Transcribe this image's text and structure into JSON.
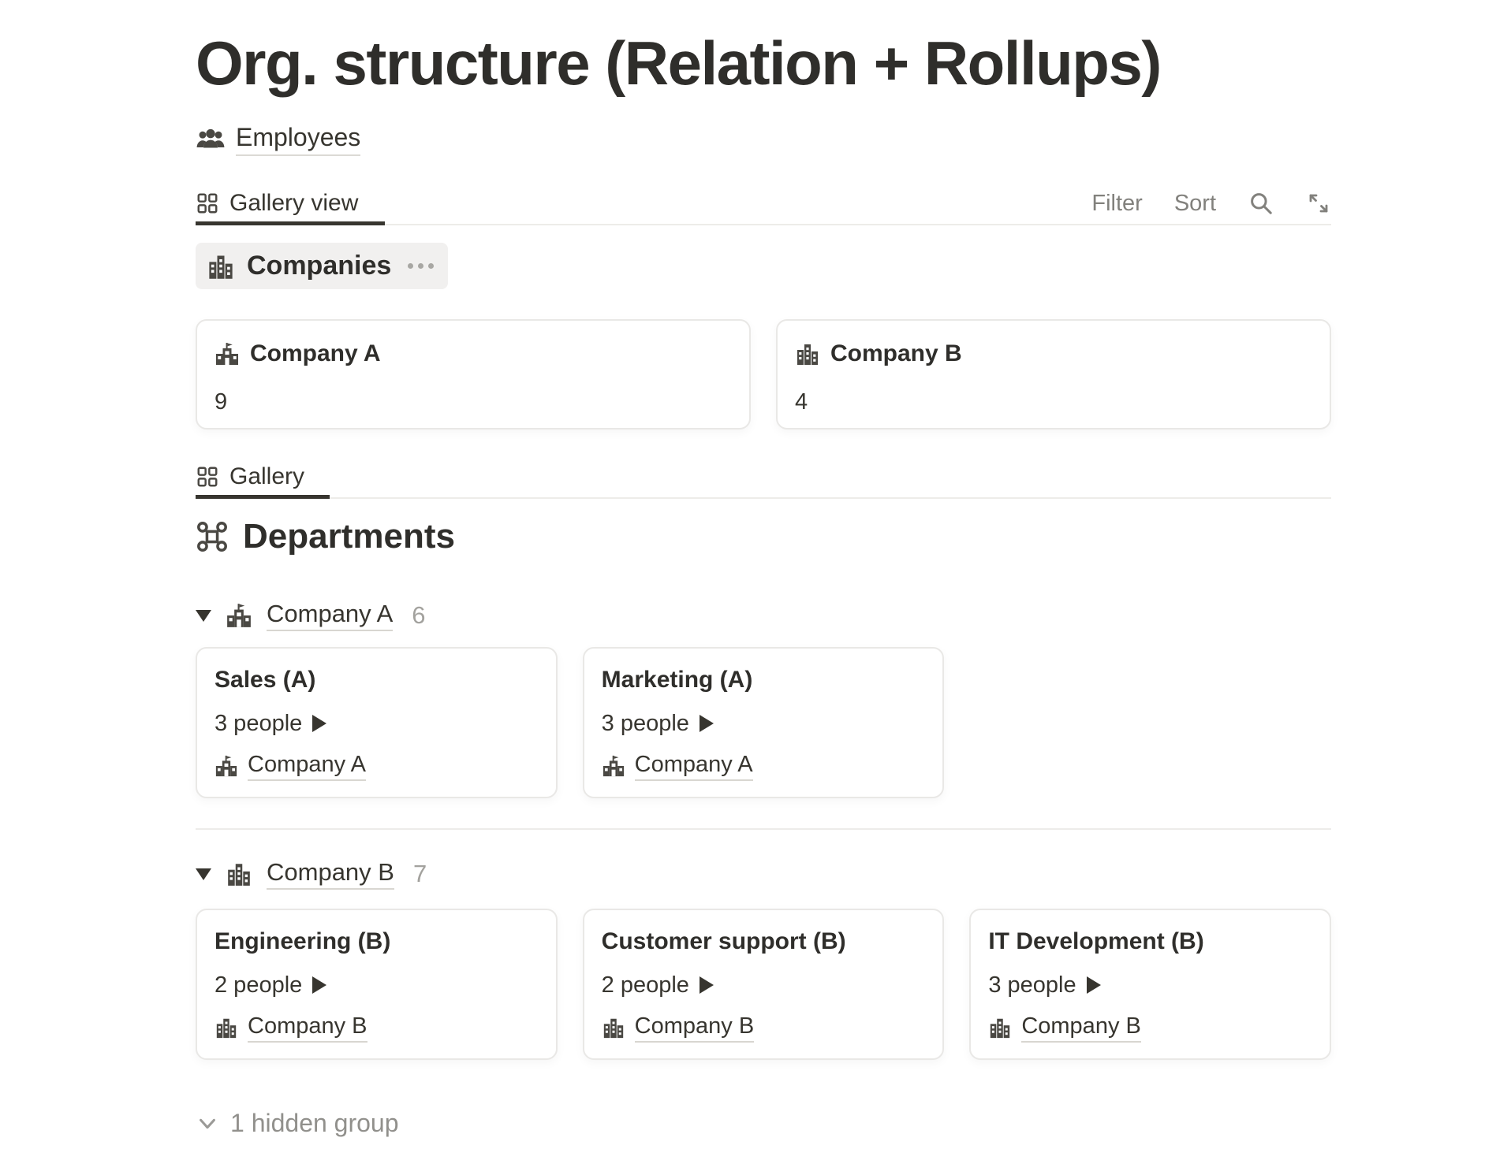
{
  "page_title": "Org. structure (Relation + Rollups)",
  "employees_link": {
    "label": "Employees",
    "icon": "people-icon"
  },
  "view_toolbar": {
    "active_tab": "Gallery view",
    "tab_icon": "gallery-grid-icon",
    "filter_label": "Filter",
    "sort_label": "Sort",
    "search": "search-icon",
    "expand": "expand-diagonal-icon"
  },
  "companies": {
    "title": "Companies",
    "icon": "office-building-icon",
    "more_icon": "ellipsis-icon",
    "cards": [
      {
        "icon": "school-building-icon",
        "title": "Company A",
        "rollup_value": "9"
      },
      {
        "icon": "office-building-icon",
        "title": "Company B",
        "rollup_value": "4"
      }
    ]
  },
  "departments": {
    "tab_label": "Gallery",
    "tab_icon": "gallery-grid-icon",
    "title": "Departments",
    "icon": "command-icon",
    "groups": [
      {
        "name": "Company A",
        "icon": "school-building-icon",
        "count": "6",
        "cards": [
          {
            "title": "Sales (A)",
            "people": "3 people",
            "people_icon": "play-arrow-icon",
            "company": "Company A",
            "company_icon": "school-building-icon"
          },
          {
            "title": "Marketing (A)",
            "people": "3 people",
            "people_icon": "play-arrow-icon",
            "company": "Company A",
            "company_icon": "school-building-icon"
          }
        ]
      },
      {
        "name": "Company B",
        "icon": "office-building-icon",
        "count": "7",
        "cards": [
          {
            "title": "Engineering (B)",
            "people": "2 people",
            "people_icon": "play-arrow-icon",
            "company": "Company B",
            "company_icon": "office-building-icon"
          },
          {
            "title": "Customer support (B)",
            "people": "2 people",
            "people_icon": "play-arrow-icon",
            "company": "Company B",
            "company_icon": "office-building-icon"
          },
          {
            "title": "IT Development (B)",
            "people": "3 people",
            "people_icon": "play-arrow-icon",
            "company": "Company B",
            "company_icon": "office-building-icon"
          }
        ]
      }
    ],
    "hidden_groups_label": "1 hidden group"
  },
  "colors": {
    "text": "#37352F",
    "muted": "#82817D",
    "faint": "#A3A29E",
    "pill_bg": "#F1F0EF",
    "card_border": "#E9E8E6",
    "active_tab_underline": "#37352F"
  }
}
